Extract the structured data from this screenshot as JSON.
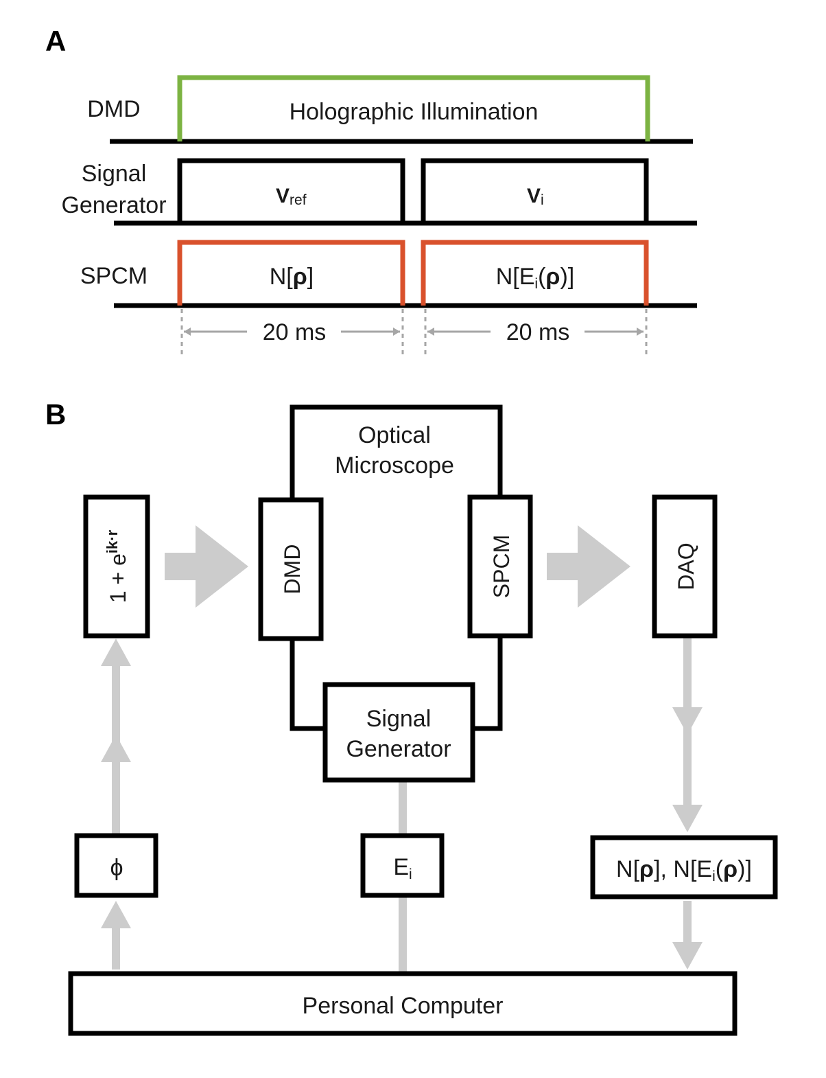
{
  "panel_a": {
    "label": "A",
    "rows": {
      "dmd": "DMD",
      "signal_generator_line1": "Signal",
      "signal_generator_line2": "Generator",
      "spcm": "SPCM"
    },
    "pulses": {
      "illumination": "Holographic Illumination",
      "v_ref": "V",
      "v_ref_sub": "ref",
      "v_i": "V",
      "v_i_sub": "i",
      "n_rho_a": "N[",
      "n_rho_b": "ρ",
      "n_rho_c": "]",
      "n_ei_a": "N[E",
      "n_ei_sub": "i",
      "n_ei_b": "(",
      "n_ei_c": "ρ",
      "n_ei_d": ")]"
    },
    "durations": [
      "20 ms",
      "20 ms"
    ],
    "colors": {
      "illumination": "#7cb342",
      "spcm": "#d9512c",
      "signal": "#000000",
      "timing": "#a6a6a6"
    }
  },
  "panel_b": {
    "label": "B",
    "optical_microscope_line1": "Optical",
    "optical_microscope_line2": "Microscope",
    "pattern_a": "1 + e",
    "pattern_sup": "ik·r",
    "dmd": "DMD",
    "spcm": "SPCM",
    "daq": "DAQ",
    "signal_generator_line1": "Signal",
    "signal_generator_line2": "Generator",
    "phi": "ϕ",
    "e_i": "E",
    "e_i_sub": "i",
    "counts": {
      "a": "N[",
      "b": "ρ",
      "c": "], N[E",
      "sub": "i",
      "d": "(",
      "e": "ρ",
      "f": ")]"
    },
    "computer": "Personal Computer",
    "colors": {
      "arrow": "#cccccc",
      "box": "#000000"
    }
  }
}
